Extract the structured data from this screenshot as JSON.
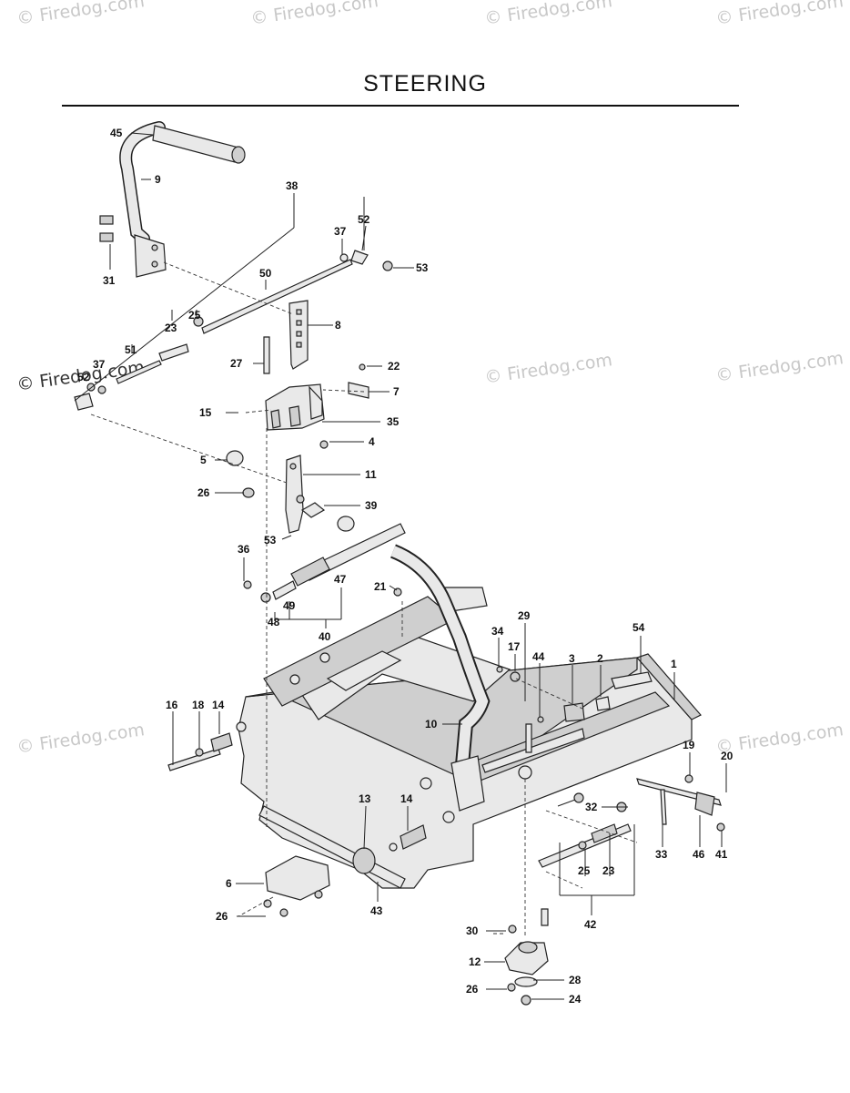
{
  "title": "STEERING",
  "watermark": "© Firedog.com",
  "callouts": {
    "n45": "45",
    "n9": "9",
    "n38": "38",
    "n52a": "52",
    "n37a": "37",
    "n53a": "53",
    "n50": "50",
    "n31": "31",
    "n25a": "25",
    "n23a": "23",
    "n8": "8",
    "n51": "51",
    "n37b": "37",
    "n52b": "52",
    "n27": "27",
    "n22": "22",
    "n7": "7",
    "n15": "15",
    "n35": "35",
    "n4": "4",
    "n5": "5",
    "n11": "11",
    "n26a": "26",
    "n39": "39",
    "n53b": "53",
    "n36": "36",
    "n47": "47",
    "n21": "21",
    "n49": "49",
    "n48": "48",
    "n40": "40",
    "n29": "29",
    "n34": "34",
    "n17": "17",
    "n44": "44",
    "n3": "3",
    "n2": "2",
    "n54": "54",
    "n1": "1",
    "n16": "16",
    "n18": "18",
    "n14a": "14",
    "n10": "10",
    "n19": "19",
    "n20": "20",
    "n13": "13",
    "n14b": "14",
    "n32": "32",
    "n33": "33",
    "n46": "46",
    "n41": "41",
    "n6": "6",
    "n25b": "25",
    "n23b": "23",
    "n26b": "26",
    "n43": "43",
    "n42": "42",
    "n30": "30",
    "n12": "12",
    "n28": "28",
    "n26c": "26",
    "n24": "24"
  }
}
